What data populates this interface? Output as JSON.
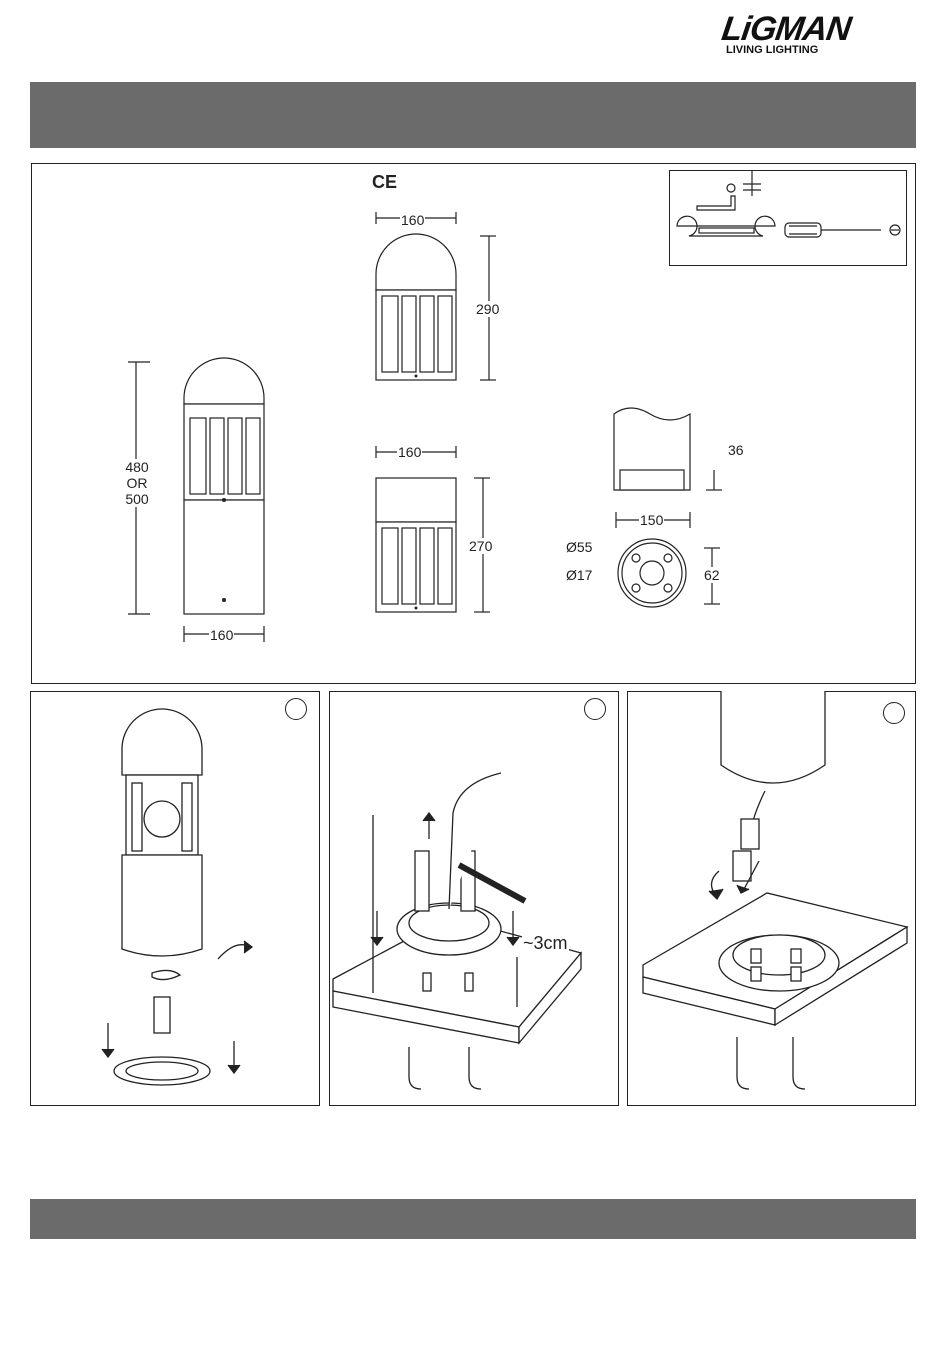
{
  "brand": {
    "name": "LiGMAN",
    "tagline": "LIVING LIGHTING"
  },
  "certification": "CE",
  "dimensions": {
    "top_width": "160",
    "top_height": "290",
    "mid_width": "160",
    "mid_height": "270",
    "tall_height": "480\nOR\n500",
    "tall_width": "160",
    "base_height": "36",
    "base_width": "150",
    "hole_large": "Ø55",
    "hole_small": "Ø17",
    "hole_spacing": "62"
  },
  "steps": {
    "concrete_depth": "~3cm"
  },
  "colors": {
    "band": "#6b6b6b",
    "line": "#222222"
  }
}
